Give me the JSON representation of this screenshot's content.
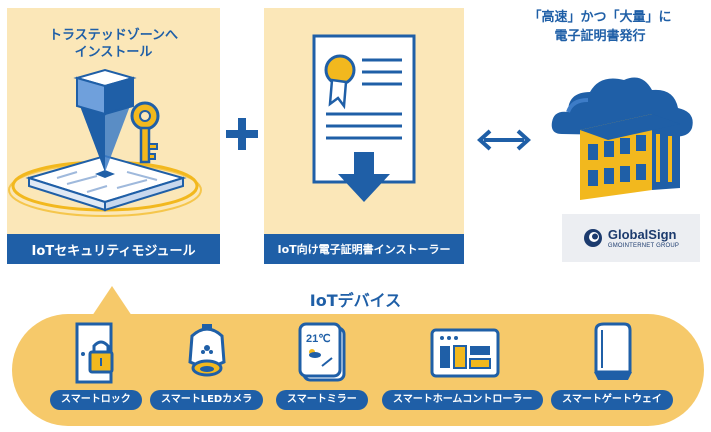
{
  "module_panel": {
    "title_line1": "トラステッドゾーンへ",
    "title_line2": "インストール",
    "label": "IoTセキュリティモジュール"
  },
  "installer_panel": {
    "label": "IoT向け電子証明書インストーラー"
  },
  "cloud": {
    "title_line1": "「高速」かつ「大量」に",
    "title_line2": "電子証明書発行"
  },
  "logo": {
    "name": "GlobalSign",
    "sub": "GMOINTERNET GROUP"
  },
  "devices": {
    "title": "IoTデバイス",
    "items": [
      {
        "label": "スマートロック"
      },
      {
        "label": "スマートLEDカメラ"
      },
      {
        "label": "スマートミラー"
      },
      {
        "label": "スマートホームコントローラー"
      },
      {
        "label": "スマートゲートウェイ"
      }
    ],
    "mirror_temp": "21℃"
  },
  "colors": {
    "primary_blue": "#1f5fa7",
    "panel_cream": "#fbe7b8",
    "device_yellow": "#f6c96a",
    "accent_gold": "#f2b81e"
  }
}
